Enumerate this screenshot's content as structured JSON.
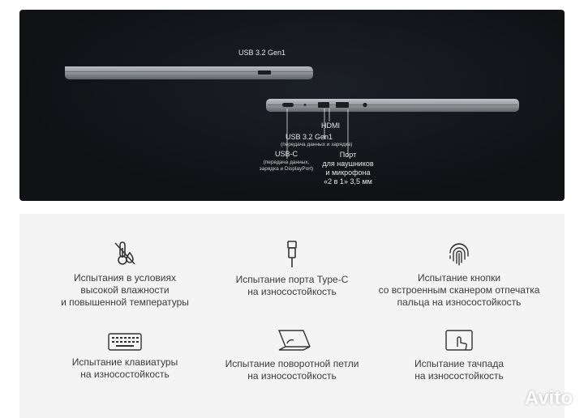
{
  "ports_panel": {
    "top_port_label": "USB 3.2 Gen1",
    "hdmi_label": "HDMI",
    "usb_a_label": "USB 3.2 Gen1",
    "usb_a_sub": "(передача данных и зарядка)",
    "usbc_label": "USB-C",
    "usbc_sub_1": "(передача данных,",
    "usbc_sub_2": "зарядка и DisplayPort)",
    "audio_label_1": "Порт",
    "audio_label_2": "для наушников",
    "audio_label_3": "и микрофона",
    "audio_label_4": "«2 в 1» 3,5 мм"
  },
  "tests": [
    {
      "icon": "humidity-temperature-icon",
      "text": "Испытания в условиях\nвысокой влажности\nи повышенной температуры"
    },
    {
      "icon": "type-c-port-icon",
      "text": "Испытание порта Type-C\nна износостойкость"
    },
    {
      "icon": "fingerprint-icon",
      "text": "Испытание кнопки\nсо встроенным сканером отпечатка\nпальца на износостойкость"
    },
    {
      "icon": "keyboard-icon",
      "text": "Испытание клавиатуры\nна износостойкость"
    },
    {
      "icon": "hinge-icon",
      "text": "Испытание поворотной петли\nна износостойкость"
    },
    {
      "icon": "touchpad-icon",
      "text": "Испытание тачпада\nна износостойкость"
    }
  ],
  "watermark": "Avito"
}
